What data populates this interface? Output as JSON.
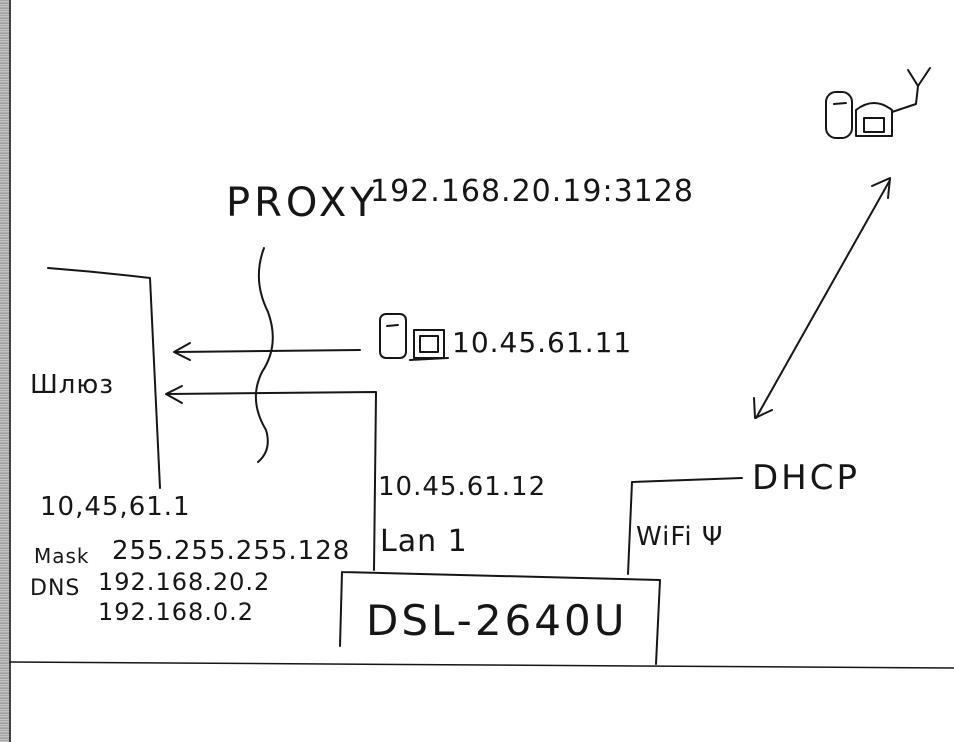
{
  "proxy": {
    "label": "PROXY",
    "address": "192.168.20.19:3128"
  },
  "gateway": {
    "label": "Шлюз",
    "ip": "10,45,61.1",
    "mask_label": "Mask",
    "mask_value": "255.255.255.128",
    "dns_label": "DNS",
    "dns_primary": "192.168.20.2",
    "dns_secondary": "192.168.0.2"
  },
  "computer": {
    "ip": "10.45.61.11",
    "icon": "desktop-computer-icon"
  },
  "router": {
    "model": "DSL-2640U",
    "lan_ip": "10.45.61.12",
    "lan_port": "Lan 1",
    "wifi_label": "WiFi Ψ"
  },
  "dhcp": {
    "label": "DHCP"
  },
  "wireless_client": {
    "icon": "wireless-computer-icon"
  },
  "colors": {
    "ink": "#161616",
    "paper": "#ffffff"
  }
}
